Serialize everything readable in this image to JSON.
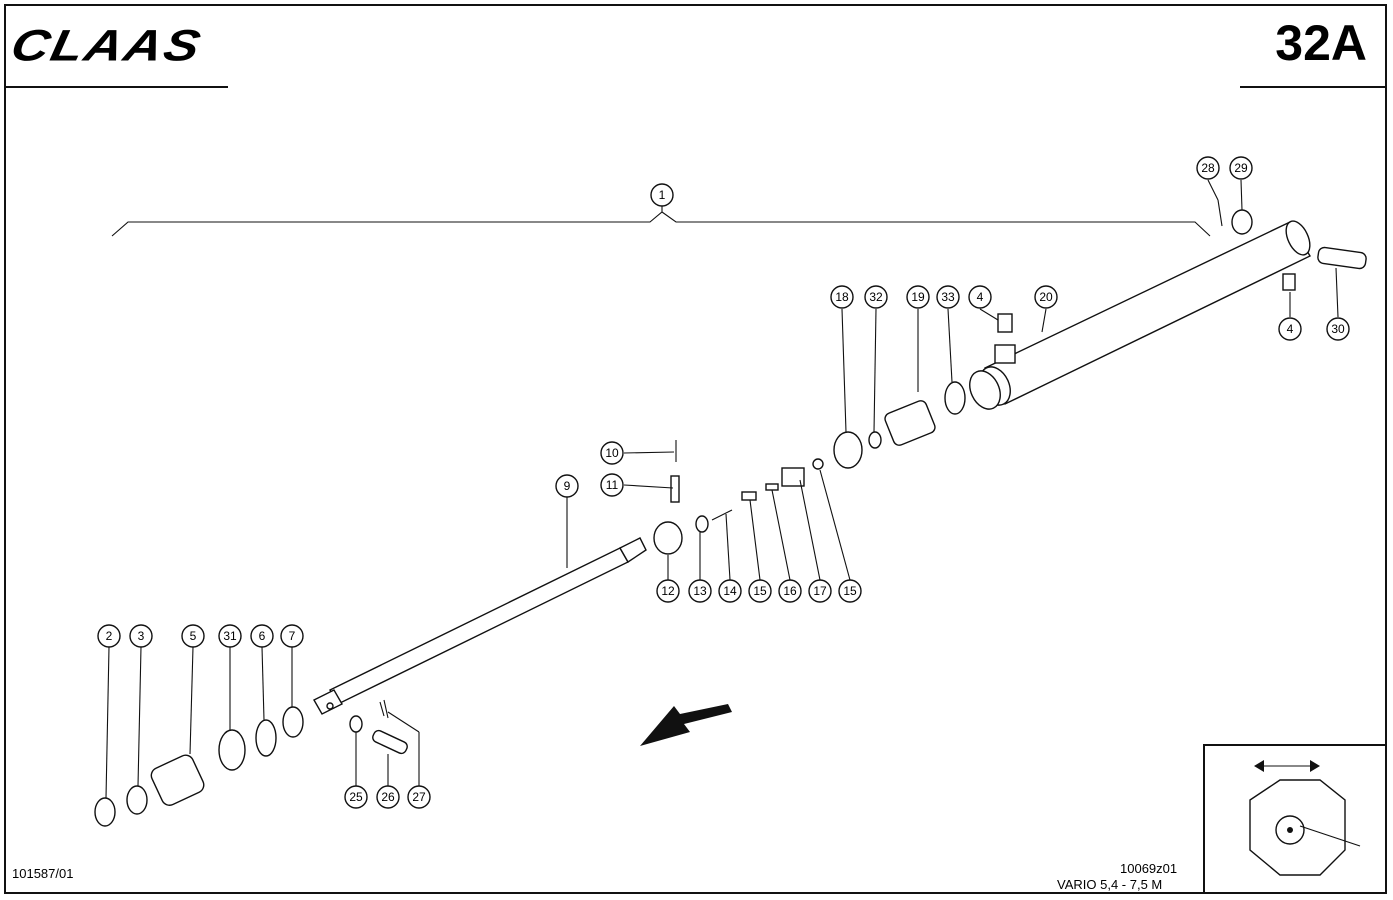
{
  "header": {
    "brand": "CLAAS",
    "page_number": "32A"
  },
  "footer": {
    "document_number": "101587/01",
    "drawing_number": "10069z01",
    "model": "VARIO 5,4 - 7,5 M"
  },
  "callouts": [
    "1",
    "2",
    "3",
    "5",
    "31",
    "6",
    "7",
    "9",
    "10",
    "11",
    "12",
    "13",
    "14",
    "15",
    "16",
    "17",
    "15",
    "18",
    "32",
    "19",
    "33",
    "4",
    "20",
    "28",
    "29",
    "4",
    "30",
    "25",
    "26",
    "27"
  ],
  "colors": {
    "line": "#111111",
    "background": "#ffffff"
  }
}
